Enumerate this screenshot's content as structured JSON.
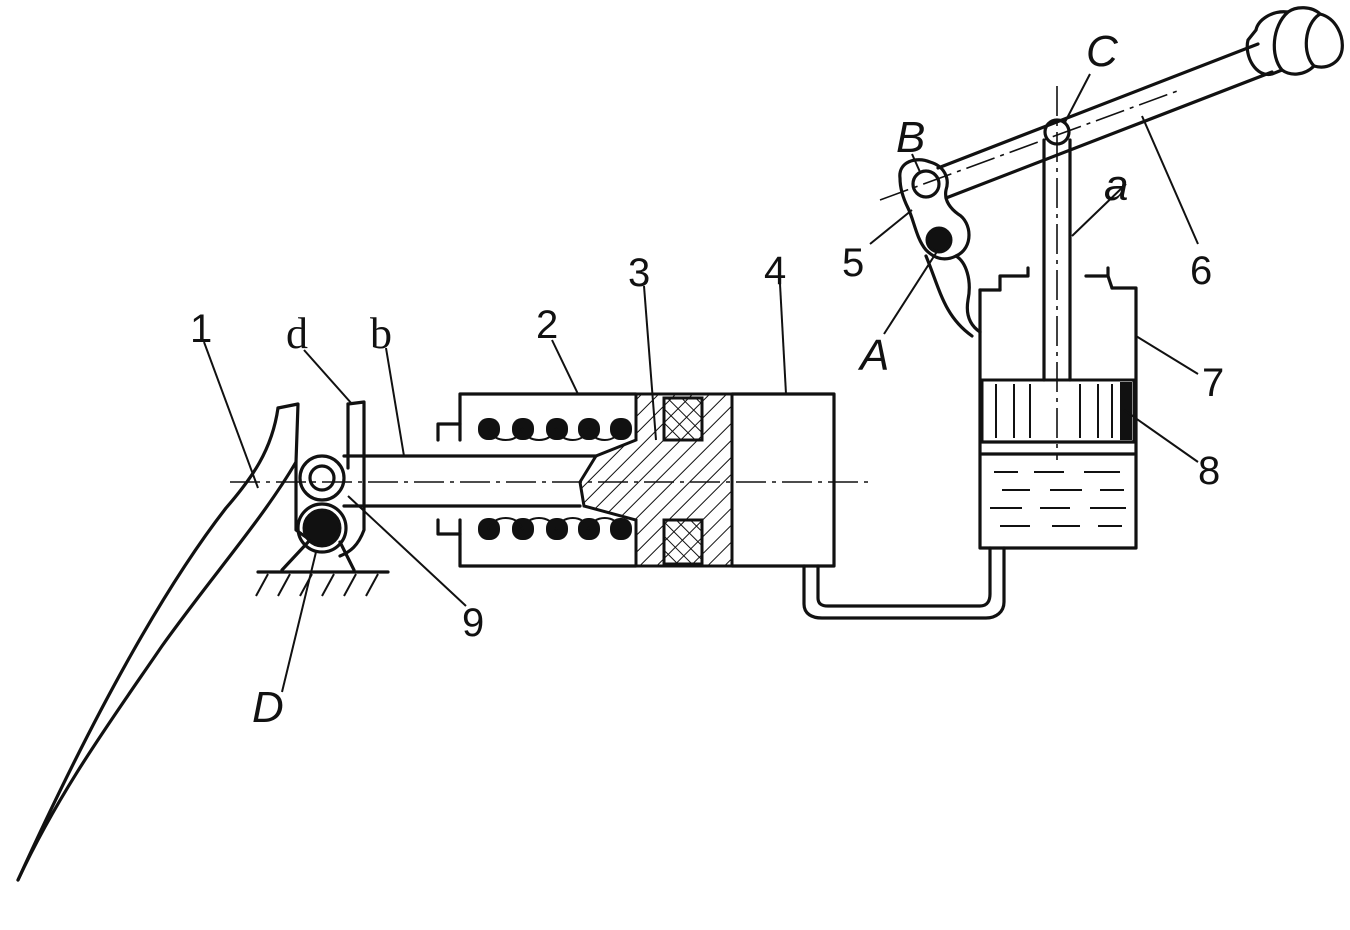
{
  "labels": {
    "part_1": "1",
    "part_2": "2",
    "part_3": "3",
    "part_4": "4",
    "part_5": "5",
    "part_6": "6",
    "part_7": "7",
    "part_8": "8",
    "part_9": "9",
    "point_A": "A",
    "point_B": "B",
    "point_C": "C",
    "point_D": "D",
    "port_a": "a",
    "port_b": "b",
    "port_d": "d"
  },
  "colors": {
    "ink": "#111111",
    "paper": "#ffffff"
  }
}
